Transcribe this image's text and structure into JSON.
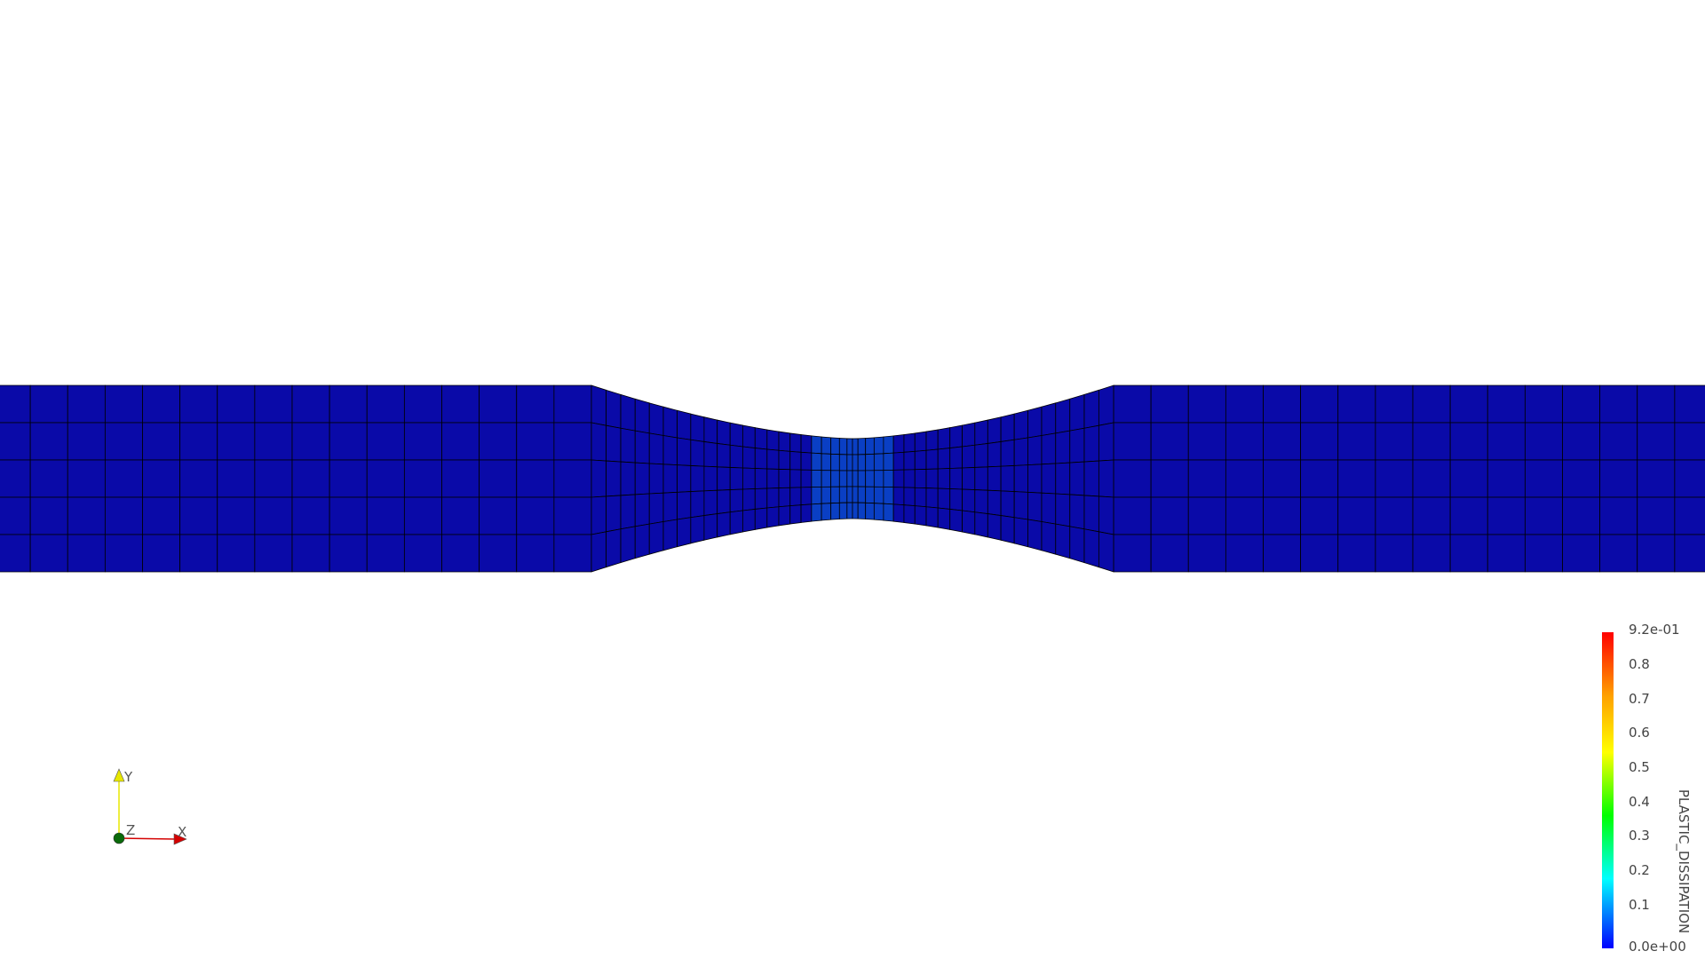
{
  "scene": {
    "mesh_color": "#0a0aa8",
    "neck_color": "#0a3fc4",
    "edge_color": "#000000"
  },
  "orientation_axes": {
    "y_label": "Y",
    "z_label": "Z",
    "x_label": "X",
    "y_color": "#e8e800",
    "x_color": "#d40000",
    "z_color": "#0a6a0a"
  },
  "colorbar": {
    "title": "PLASTIC_DISSIPATION",
    "max_label": "9.2e-01",
    "min_label": "0.0e+00",
    "ticks": [
      "0.8",
      "0.7",
      "0.6",
      "0.5",
      "0.4",
      "0.3",
      "0.2",
      "0.1"
    ],
    "colors": [
      "#ff0000",
      "#ffa000",
      "#ffff00",
      "#00ff00",
      "#00ffff",
      "#0000ff"
    ]
  }
}
